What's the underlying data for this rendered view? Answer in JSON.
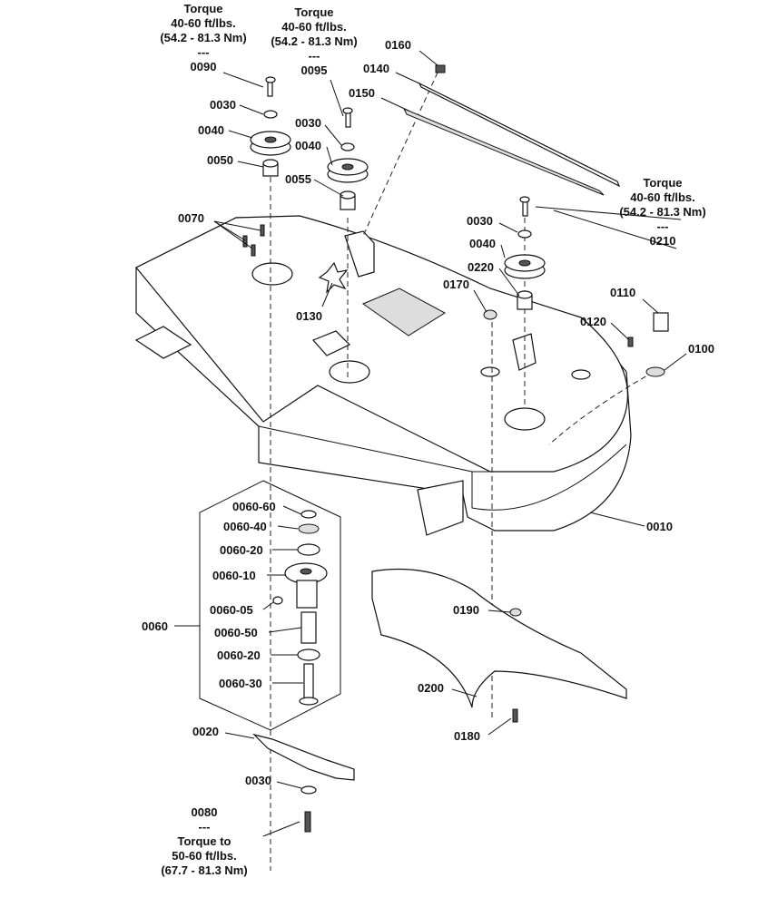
{
  "torque_notes": {
    "t0090": [
      "Torque",
      "40-60 ft/lbs.",
      "(54.2 - 81.3 Nm)",
      "---",
      "0090"
    ],
    "t0095": [
      "Torque",
      "40-60 ft/lbs.",
      "(54.2 - 81.3 Nm)",
      "---",
      "0095"
    ],
    "t0210": [
      "Torque",
      "40-60 ft/lbs.",
      "(54.2 - 81.3 Nm)",
      "---",
      "0210"
    ],
    "t0080": [
      "0080",
      "---",
      "Torque to",
      "50-60 ft/lbs.",
      "(67.7 - 81.3 Nm)"
    ]
  },
  "labels": {
    "p0160": "0160",
    "p0140": "0140",
    "p0150": "0150",
    "p0030a": "0030",
    "p0040a": "0040",
    "p0050": "0050",
    "p0030b": "0030",
    "p0040b": "0040",
    "p0055": "0055",
    "p0030c": "0030",
    "p0040c": "0040",
    "p0220": "0220",
    "p0170": "0170",
    "p0070": "0070",
    "p0130": "0130",
    "p0110": "0110",
    "p0120": "0120",
    "p0100": "0100",
    "p0010": "0010",
    "p0060_60": "0060-60",
    "p0060_40": "0060-40",
    "p0060_20a": "0060-20",
    "p0060_10": "0060-10",
    "p0060_05": "0060-05",
    "p0060_50": "0060-50",
    "p0060_20b": "0060-20",
    "p0060_30": "0060-30",
    "p0060": "0060",
    "p0190": "0190",
    "p0200": "0200",
    "p0180": "0180",
    "p0020": "0020",
    "p0030d": "0030"
  }
}
